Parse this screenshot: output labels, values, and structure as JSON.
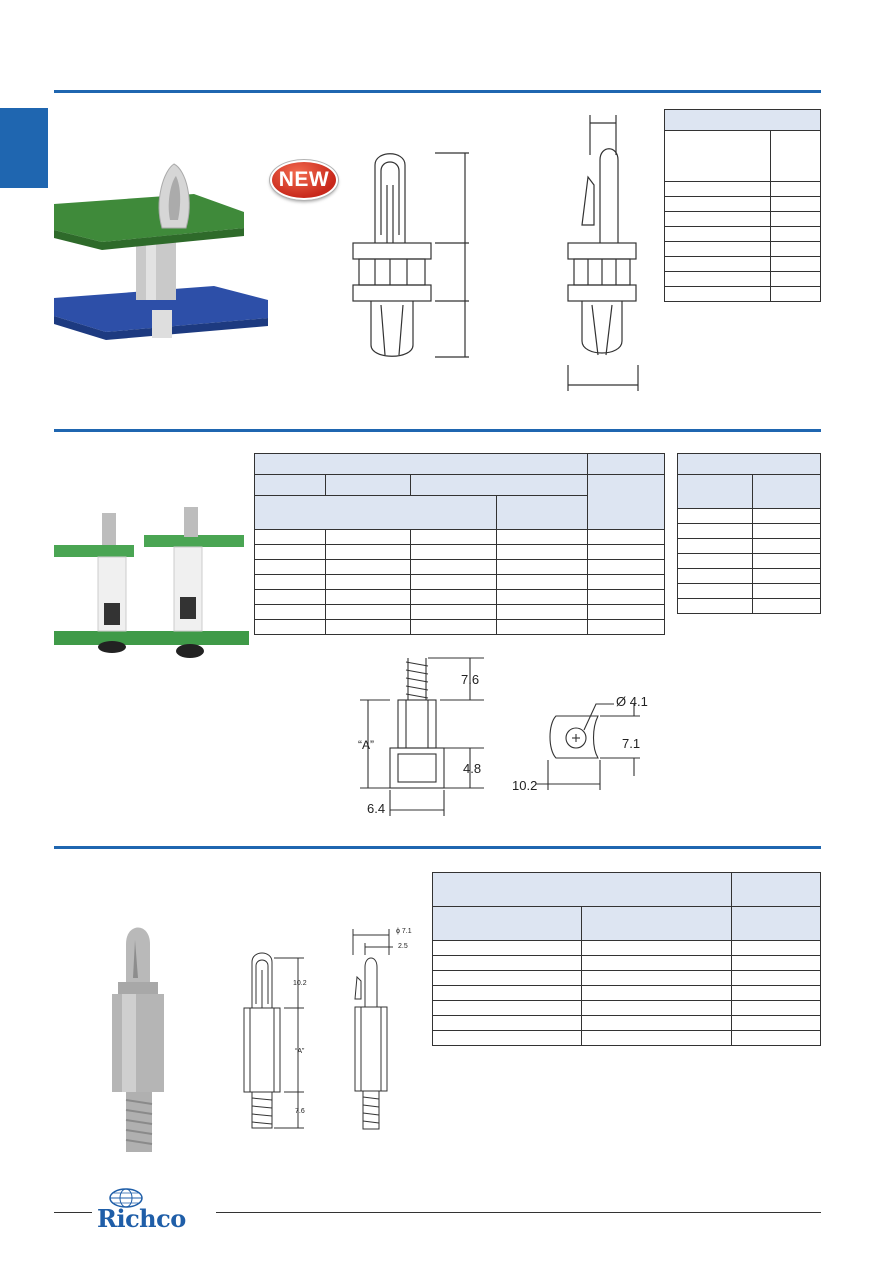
{
  "badge": {
    "label": "NEW"
  },
  "section2": {
    "dims": {
      "thread_length": "7.6",
      "a_label": "“A”",
      "base_height": "4.8",
      "base_width": "6.4",
      "hole_dia": "Ø 4.1",
      "slot_height": "7.1",
      "slot_width": "10.2"
    }
  },
  "section3": {
    "dims": {
      "top_height": "10.2",
      "a_label": "“A”",
      "thread_length": "7.6",
      "dia": "ϕ 7.1",
      "offset": "2.5"
    }
  },
  "footer": {
    "logo_text": "Richco"
  }
}
